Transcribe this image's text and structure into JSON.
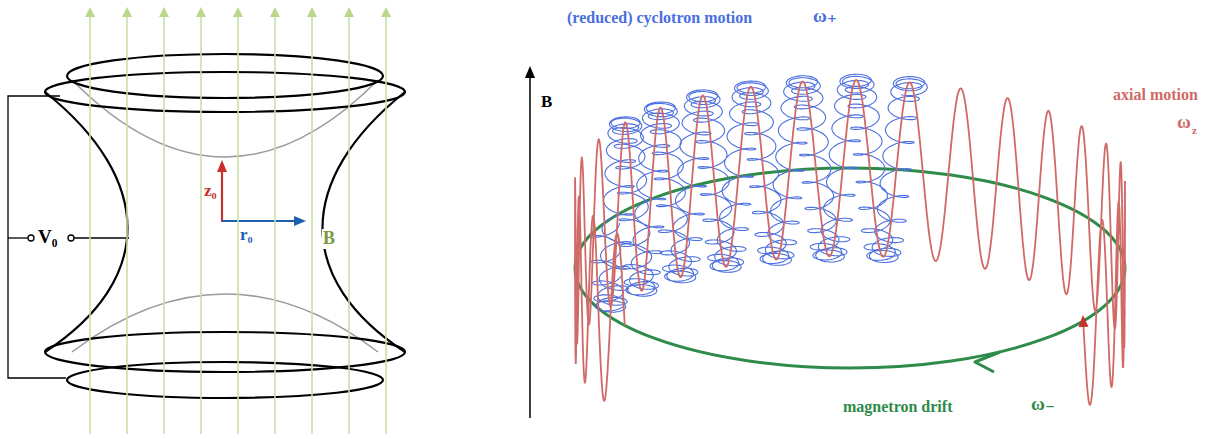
{
  "diagram": {
    "labels": [
      "V₀",
      "z₀",
      "r₀",
      "B",
      "B",
      "(reduced) cyclotron motion",
      "ω₊",
      "axial motion",
      "ω",
      "z",
      "magnetron drift",
      "ω₋"
    ]
  }
}
